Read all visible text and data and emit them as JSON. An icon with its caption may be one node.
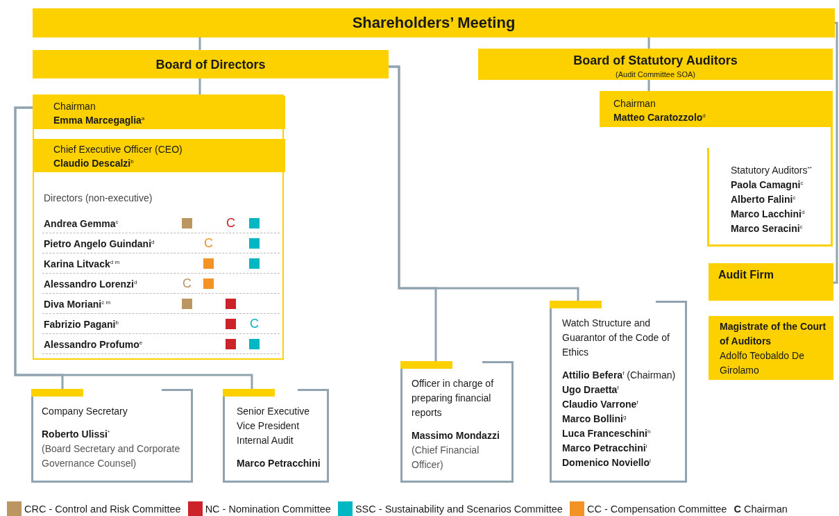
{
  "diagram": {
    "nodes": [
      {
        "text": [
          "Shareholders’ Meeting"
        ]
      },
      {
        "text": [
          "Board of Directors"
        ]
      },
      {
        "text": [
          "Board of Statutory Auditors",
          "(Audit Committee SOA)"
        ]
      },
      {
        "text": [],
        "shape": "box"
      },
      {
        "text": [
          "Chairman",
          "Emma Marcegaglia$^{a}$"
        ],
        "in": 3
      },
      {
        "text": [
          "Chief Executive Officer (CEO)",
          "Claudio Descalzi$^{b}$"
        ],
        "in": 3
      },
      {
        "text": [
          "Directors (non-executive)",
          "Andrea Gemma$^{c}$",
          "Pietro Angelo Guindani$^{d}$",
          "Karina Litvack$^{d m}$",
          "Alessandro Lorenzi$^{d}$",
          "Diva Moriani$^{c m}$",
          "Fabrizio Pagani$^{b}$",
          "Alessandro Profumo$^{e}$"
        ],
        "in": 3
      },
      {
        "text": [
          "Chairman",
          "Matteo Caratozzolo$^{d}$"
        ]
      },
      {
        "text": [
          "Statutory Auditors$^{**}$",
          "Paola Camagni$^{c}$",
          "Alberto Falini$^{c}$",
          "Marco Lacchini$^{d}$",
          "Marco Seracini$^{c}$"
        ]
      },
      {
        "text": [
          "Audit Firm"
        ]
      },
      {
        "text": [
          "Magistrate of the Court of Auditors",
          "Adolfo Teobaldo De Girolamo"
        ]
      },
      {
        "text": [
          "Officer in charge of preparing financial reports",
          "Massimo Mondazzi",
          "(Chief Financial Officer)"
        ]
      },
      {
        "text": [
          "Watch Structure and Guarantor of the Code of Ethics",
          "**Attilio Befera**$^{f}$ (Chairman)",
          "**Ugo Draetta**$^{f}$",
          "**Claudio Varrone**$^{f}$",
          "**Marco Bollini**$^{g}$",
          "**Luca Franceschini**$^{h}$",
          "**Marco Petracchini**$^{i}$",
          "**Domenico Noviello**$^{l}$"
        ]
      },
      {
        "text": [
          "Company Secretary",
          "Roberto Ulissi$^{*}$",
          "(Board Secretary and Corporate Governance Counsel)"
        ]
      },
      {
        "text": [
          "Senior Executive Vice President Internal Audit",
          "Marco Petracchini"
        ]
      }
    ],
    "edges": [
      {
        "from": 0,
        "to": 1,
        "arrow": "none"
      },
      {
        "from": 0,
        "to": 2,
        "arrow": "none"
      },
      {
        "from": 0,
        "to": 9,
        "arrow": "none"
      },
      {
        "from": 1,
        "to": 3,
        "arrow": "none"
      },
      {
        "from": 2,
        "to": 7,
        "arrow": "none"
      },
      {
        "from": 1,
        "to": 11,
        "arrow": "none"
      },
      {
        "from": 1,
        "to": 12,
        "arrow": "none"
      },
      {
        "from": 3,
        "to": 13,
        "arrow": "none"
      },
      {
        "from": 3,
        "to": 14,
        "arrow": "none"
      }
    ],
    "labels": [
      "C",
      "C",
      "C",
      "C"
    ],
    "legend": [
      {
        "text": "CRC - Control and Risk Committee",
        "color": "#bc9660"
      },
      {
        "text": "NC - Nomination Committee",
        "color": "#cc2229"
      },
      {
        "text": "SSC - Sustainability and Scenarios Committee",
        "color": "#00b7c3"
      },
      {
        "text": "CC - Compensation Committee",
        "color": "#f39325"
      },
      {
        "text": "**C** Chairman"
      }
    ]
  }
}
